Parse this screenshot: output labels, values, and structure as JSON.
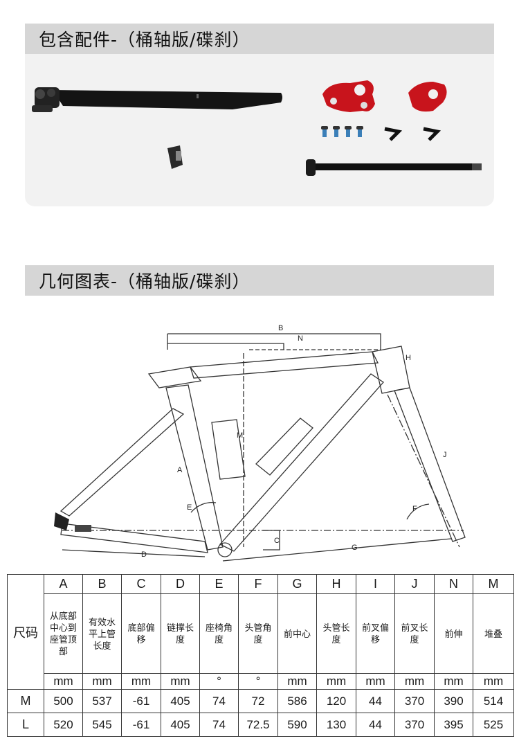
{
  "accessories_header": "包含配件-（桶轴版/碟刹）",
  "geometry_header": "几何图表-（桶轴版/碟刹）",
  "diagram_labels": {
    "B": "B",
    "N": "N",
    "H": "H",
    "M": "M",
    "A": "A",
    "E": "E",
    "F": "F",
    "J": "J",
    "C": "C",
    "D": "D",
    "G": "G"
  },
  "table": {
    "size_label": "尺码",
    "columns": [
      {
        "letter": "A",
        "desc": "从底部中心到座管顶部",
        "unit": "mm"
      },
      {
        "letter": "B",
        "desc": "有效水平上管长度",
        "unit": "mm"
      },
      {
        "letter": "C",
        "desc": "底部偏移",
        "unit": "mm"
      },
      {
        "letter": "D",
        "desc": "链撑长度",
        "unit": "mm"
      },
      {
        "letter": "E",
        "desc": "座椅角度",
        "unit": "°"
      },
      {
        "letter": "F",
        "desc": "头管角度",
        "unit": "°"
      },
      {
        "letter": "G",
        "desc": "前中心",
        "unit": "mm"
      },
      {
        "letter": "H",
        "desc": "头管长度",
        "unit": "mm"
      },
      {
        "letter": "I",
        "desc": "前叉偏移",
        "unit": "mm"
      },
      {
        "letter": "J",
        "desc": "前叉长度",
        "unit": "mm"
      },
      {
        "letter": "N",
        "desc": "前伸",
        "unit": "mm"
      },
      {
        "letter": "M",
        "desc": "堆叠",
        "unit": "mm"
      }
    ],
    "rows": [
      {
        "size": "M",
        "values": [
          "500",
          "537",
          "-61",
          "405",
          "74",
          "72",
          "586",
          "120",
          "44",
          "370",
          "390",
          "514"
        ]
      },
      {
        "size": "L",
        "values": [
          "520",
          "545",
          "-61",
          "405",
          "74",
          "72.5",
          "590",
          "130",
          "44",
          "370",
          "395",
          "525"
        ]
      }
    ]
  }
}
